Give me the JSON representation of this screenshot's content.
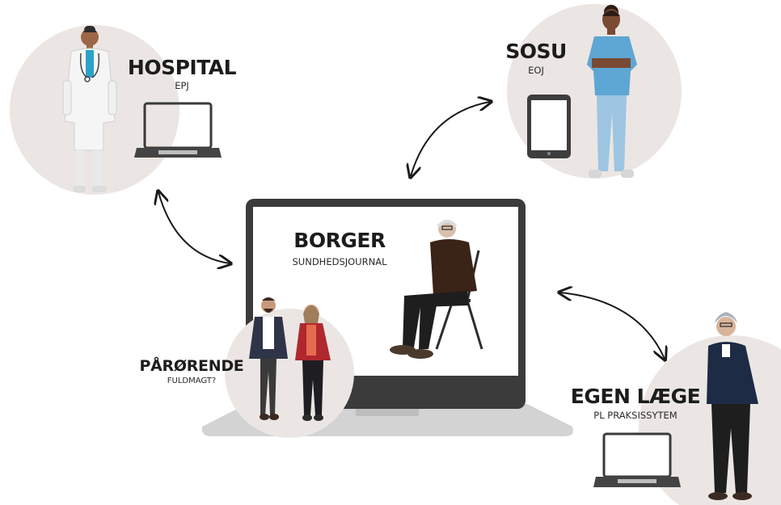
{
  "nodes": {
    "hospital": {
      "title": "HOSPITAL",
      "subtitle": "EPJ"
    },
    "sosu": {
      "title": "SOSU",
      "subtitle": "EOJ"
    },
    "borger": {
      "title": "BORGER",
      "subtitle": "SUNDHEDSJOURNAL"
    },
    "paarorende": {
      "title": "PÅRØRENDE",
      "subtitle": "FULDMAGT?"
    },
    "egen_laege": {
      "title": "EGEN LÆGE",
      "subtitle": "PL PRAKSISSYTEM"
    }
  },
  "colors": {
    "circle": "#ebe6e3",
    "laptop_frame": "#3c3c3c",
    "laptop_base": "#cfcfcf",
    "arrow": "#1a1a1a",
    "text": "#1c1c1c"
  },
  "icons": [
    "doctor-figure",
    "nurse-figure",
    "seated-citizen-figure",
    "relatives-figures",
    "gp-figure",
    "laptop-icon",
    "tablet-icon"
  ]
}
